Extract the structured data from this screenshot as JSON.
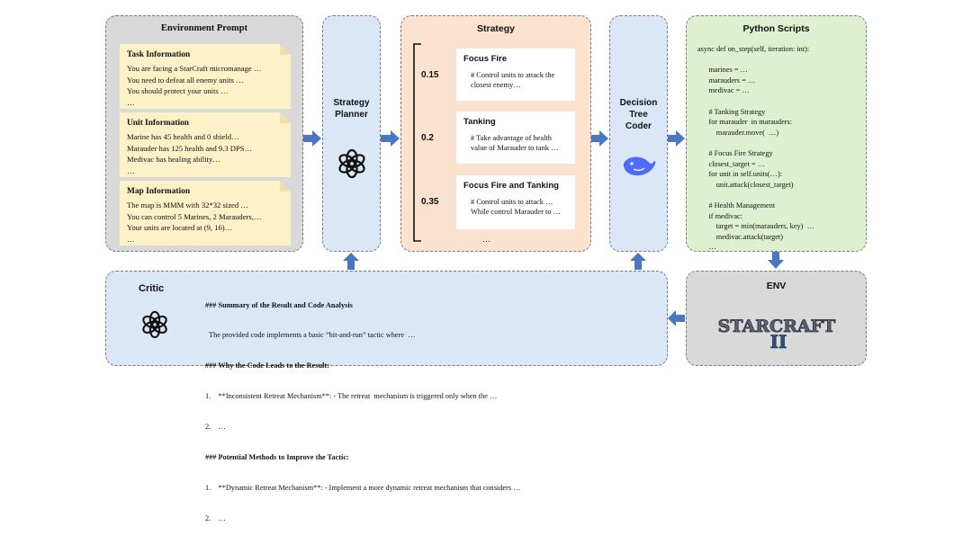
{
  "env_prompt": {
    "title": "Environment Prompt",
    "task": {
      "heading": "Task Information",
      "lines": [
        "You are facing a StarCraft micromanage …",
        "You need to defeat all enemy units …",
        "You should protect your units …",
        "…"
      ]
    },
    "unit": {
      "heading": "Unit Information",
      "lines": [
        "Marine has 45 health and 0 shield…",
        "Marauder has 125 health and 9.3 DPS…",
        "Medivac has healing ability…",
        "…"
      ]
    },
    "map": {
      "heading": "Map Information",
      "lines": [
        "The map is MMM with 32*32 sized …",
        "You can control 5 Marines, 2 Marauders,…",
        "Your units are located at (9, 16)…",
        "…"
      ]
    }
  },
  "planner": {
    "title_line1": "Strategy",
    "title_line2": "Planner",
    "icon": "openai-logo-icon"
  },
  "strategy": {
    "title": "Strategy",
    "items": [
      {
        "weight": "0.15",
        "heading": "Focus Fire",
        "lines": [
          "# Control units to attack the",
          "closest enemy…"
        ]
      },
      {
        "weight": "0.2",
        "heading": "Tanking",
        "lines": [
          "# Take advantage of health",
          "value of Marauder to tank …"
        ]
      },
      {
        "weight": "0.35",
        "heading": "Focus Fire and Tanking",
        "lines": [
          "# Control units to attack …",
          "While control Marauder to …"
        ]
      }
    ],
    "more": "…"
  },
  "coder": {
    "title_line1": "Decision",
    "title_line2": "Tree",
    "title_line3": "Coder",
    "icon": "whale-logo-icon"
  },
  "python": {
    "title": "Python Scripts",
    "code": "async def on_step(self, iteration: int):\n\n      marines = …\n      marauders = …\n      medivac = …\n\n      # Tanking Strategy\n      for marauder  in marauders:\n          marauder.move(  …)\n\n      # Focus Fire Strategy\n      closest_target = …\n      for unit in self.units(…):\n          unit.attack(closest_target)\n\n      # Health Management\n      if medivac:\n          target = min(marauders, key)  …\n          medivac.attack(target)\n      …"
  },
  "critic": {
    "title": "Critic",
    "icon": "openai-logo-icon",
    "h1": "### Summary of the Result and Code Analysis",
    "l1": "  The provided code implements a basic “hit-and-run” tactic where  …",
    "h2": "### Why the Code Leads to the Result:",
    "l2": "1.    **Inconsistent Retreat Mechanism**: - The retreat  mechanism is triggered only when the …",
    "l3": "2.    …",
    "h3": "### Potential Methods to Improve the Tactic:",
    "l4": "1.    **Dynamic Retreat Mechanism**: - Implement a more dynamic retreat mechanism that considers …",
    "l5": "2.    …"
  },
  "env": {
    "title": "ENV",
    "logo_text": "STARCRAFT",
    "logo_mark": "II"
  },
  "colors": {
    "arrow": "#4a78c0",
    "gray_panel": "#d9d9d9",
    "blue_panel": "#dbe6f7",
    "orange_panel": "#fbe3cf",
    "green_panel": "#dff0d0",
    "note": "#fdf1c8"
  }
}
